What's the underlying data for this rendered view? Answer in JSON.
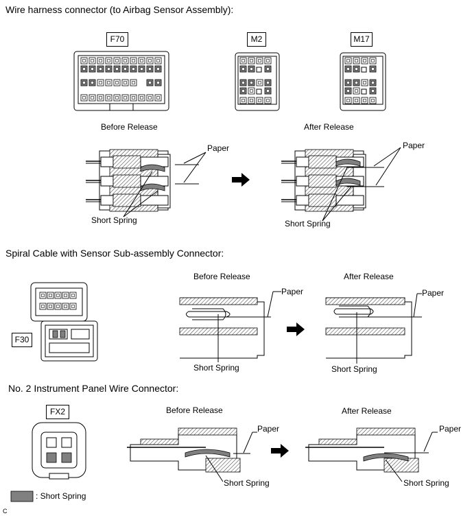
{
  "sections": {
    "airbag_title": "Wire harness connector (to Airbag Sensor Assembly):",
    "spiral_title": "Spiral Cable with Sensor Sub-assembly Connector:",
    "panel_title": "No. 2 Instrument Panel Wire Connector:"
  },
  "connectors": {
    "f70": "F70",
    "m2": "M2",
    "m17": "M17",
    "f30": "F30",
    "fx2": "FX2"
  },
  "labels": {
    "before_release": "Before Release",
    "after_release": "After Release",
    "paper": "Paper",
    "short_spring": "Short Spring"
  },
  "legend": {
    "text": ": Short Spring",
    "swatch_color": "#808080"
  },
  "footer": {
    "code": "C"
  },
  "colors": {
    "line": "#000000",
    "short_spring_fill": "#808080",
    "background": "#ffffff"
  }
}
